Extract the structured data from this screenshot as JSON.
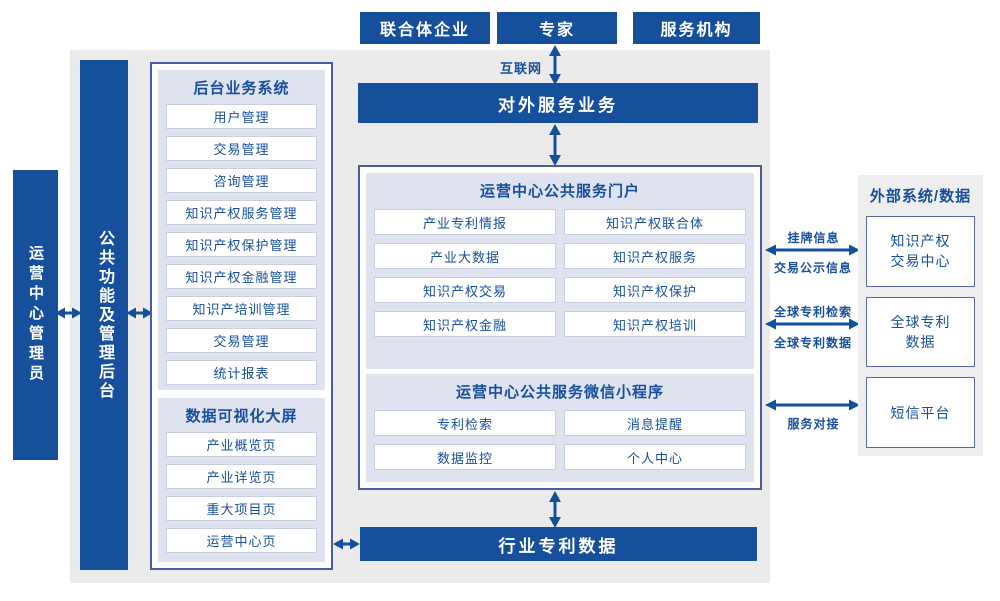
{
  "colors": {
    "primary": "#164f9c",
    "panel_bg": "#ebebeb",
    "section_bg": "#dfe3f0",
    "outer_border": "#4d5ba1",
    "item_border": "#c9cfe2",
    "ext_border": "#5a67a5"
  },
  "top_actors": {
    "consortium": "联合体企业",
    "experts": "专家",
    "agencies": "服务机构"
  },
  "internet_label": "互联网",
  "external_service_bar": "对外服务业务",
  "rails": {
    "operator": "运营中心管理员",
    "admin_backend": "公共功能及管理后台"
  },
  "backend_system": {
    "title": "后台业务系统",
    "items": [
      "用户管理",
      "交易管理",
      "咨询管理",
      "知识产权服务管理",
      "知识产权保护管理",
      "知识产权金融管理",
      "知识产培训管理",
      "交易管理",
      "统计报表"
    ]
  },
  "dashboard": {
    "title": "数据可视化大屏",
    "items": [
      "产业概览页",
      "产业详览页",
      "重大项目页",
      "运营中心页"
    ]
  },
  "portal": {
    "title": "运营中心公共服务门户",
    "items": [
      "产业专利情报",
      "知识产权联合体",
      "产业大数据",
      "知识产权服务",
      "知识产权交易",
      "知识产权保护",
      "知识产权金融",
      "知识产权培训"
    ]
  },
  "miniprogram": {
    "title": "运营中心公共服务微信小程序",
    "items": [
      "专利检索",
      "消息提醒",
      "数据监控",
      "个人中心"
    ]
  },
  "industry_patent_bar": "行业专利数据",
  "external_systems": {
    "title": "外部系统/数据",
    "boxes": [
      "知识产权\n交易中心",
      "全球专利\n数据",
      "短信平台"
    ]
  },
  "link_labels": {
    "listing_info": "挂牌信息",
    "trade_publicity": "交易公示信息",
    "global_patent_search": "全球专利检索",
    "global_patent_data": "全球专利数据",
    "service_connect": "服务对接"
  }
}
